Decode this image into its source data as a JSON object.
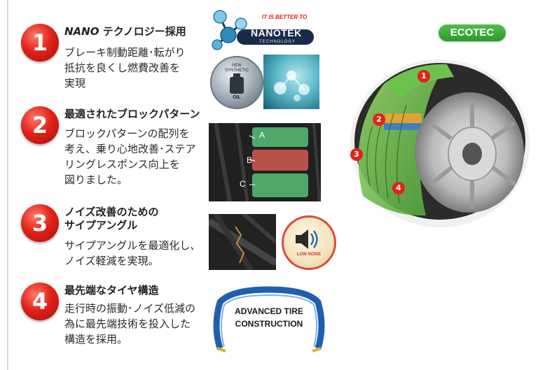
{
  "features": [
    {
      "number": "1",
      "title_em": "NANO",
      "title": " テクノロジー採用",
      "body": [
        "ブレーキ制動距離･転がり",
        "抵抗を良くし燃費改善を",
        "実現"
      ]
    },
    {
      "number": "2",
      "title": "最適されたブロックパターン",
      "body": [
        "ブロックパターンの配列を",
        "考え、乗り心地改善･ステア",
        "リングレスポンス向上を",
        "図りました。"
      ]
    },
    {
      "number": "3",
      "title": [
        "ノイズ改善のための",
        "サイプアングル"
      ],
      "body": [
        "サイプアングルを最適化し、",
        "ノイズ軽減を実現。"
      ]
    },
    {
      "number": "4",
      "title": "最先端なタイヤ構造",
      "body": [
        "走行時の振動･ノイズ低減の",
        "為に最先端技術を投入した",
        "構造を採用。"
      ]
    }
  ],
  "nanotek_logo": {
    "tagline": "IT IS BETTER TO",
    "name": "NANOTEK",
    "sub": "TECHNOLOGY"
  },
  "oil_badge": {
    "line1": "NEW",
    "line2": "SYNTHETIC",
    "line3": "OIL"
  },
  "pattern_labels": [
    "A",
    "B",
    "C"
  ],
  "low_noise_label": "LOW NOISE",
  "construction_text": [
    "ADVANCED TIRE",
    "CONSTRUCTION"
  ],
  "ecotec_badge": "ECOTEC",
  "tire_markers": [
    "1",
    "2",
    "3",
    "4"
  ],
  "colors": {
    "badge_red": "#e2231a",
    "eco_green": "#2c9a2c",
    "pattern_green": "#4fa86a",
    "pattern_red": "#b8504a",
    "construction_blue": "#1f5fb0"
  }
}
